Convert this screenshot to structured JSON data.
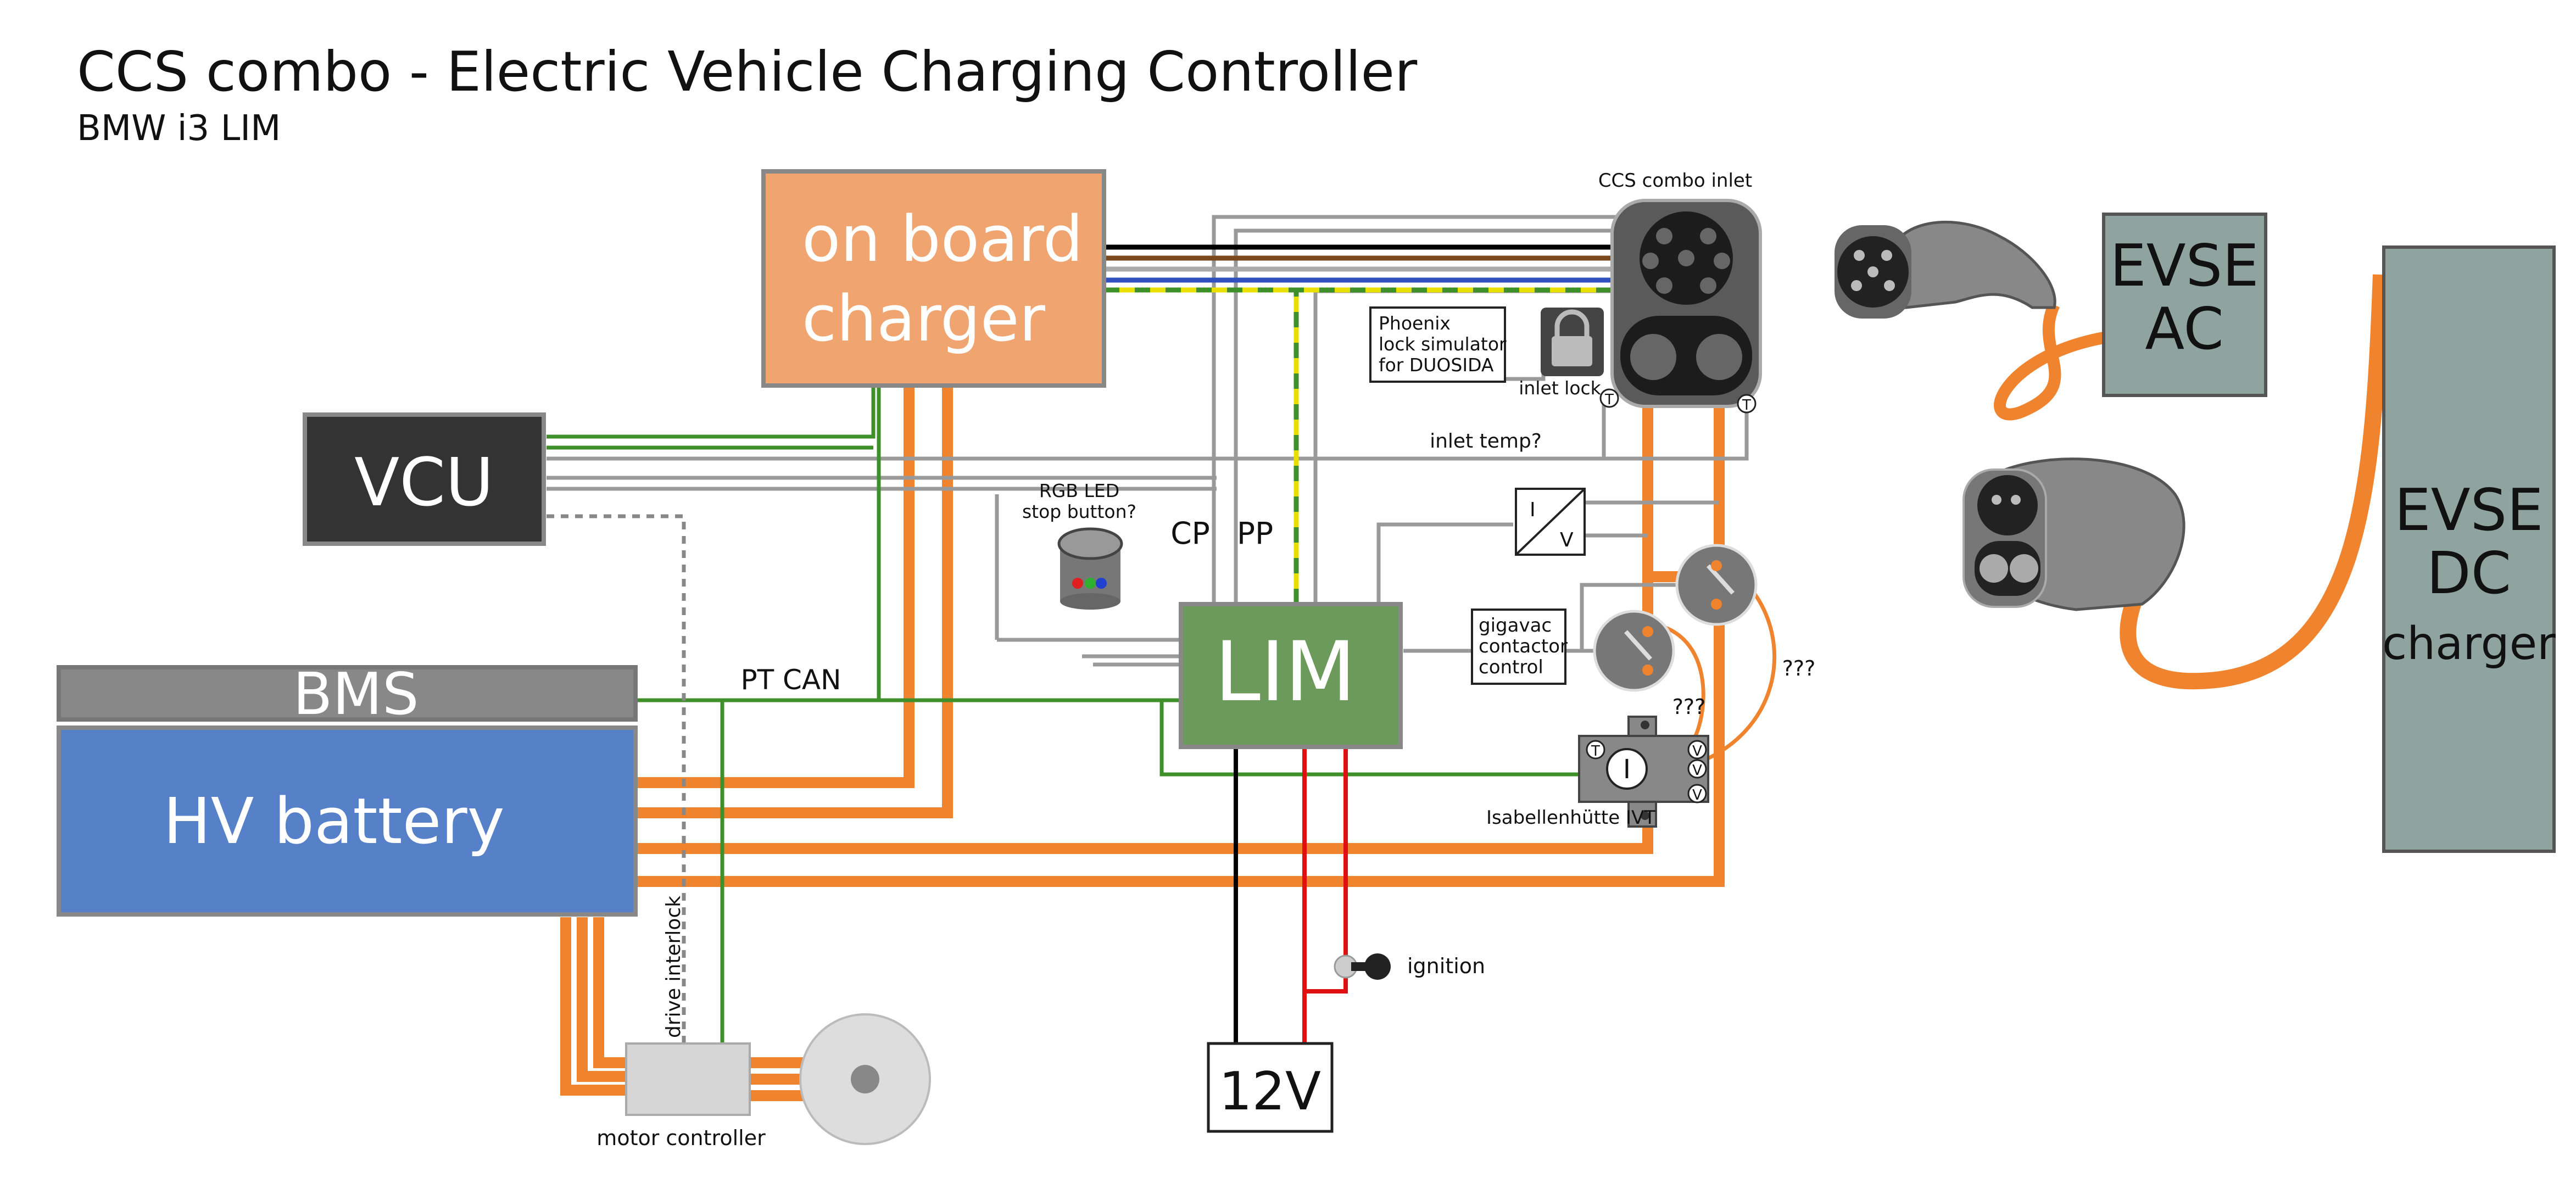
{
  "title": "CCS combo - Electric Vehicle Charging Controller",
  "subtitle": "BMW i3 LIM",
  "components": {
    "obc_line1": "on board",
    "obc_line2": "charger",
    "vcu": "VCU",
    "bms": "BMS",
    "hv_battery": "HV battery",
    "lim": "LIM",
    "evse_ac_line1": "EVSE",
    "evse_ac_line2": "AC",
    "evse_dc_line1": "EVSE",
    "evse_dc_line2": "DC",
    "evse_dc_line3": "charger",
    "twelve_v": "12V",
    "motor_controller": "motor controller"
  },
  "labels": {
    "ccs_inlet": "CCS combo inlet",
    "phoenix_line1": "Phoenix",
    "phoenix_line2": "lock simulator",
    "phoenix_line3": "for DUOSIDA",
    "inlet_lock": "inlet lock",
    "inlet_temp": "inlet temp?",
    "rgb_line1": "RGB LED",
    "rgb_line2": "stop button?",
    "cp": "CP",
    "pp": "PP",
    "pt_can": "PT CAN",
    "gigavac_line1": "gigavac",
    "gigavac_line2": "contactor",
    "gigavac_line3": "control",
    "unknown_1": "???",
    "unknown_2": "???",
    "ivt": "Isabellenhütte IVT",
    "ignition": "ignition",
    "drive_interlock": "drive interlock",
    "iv_i": "I",
    "iv_v": "V",
    "temp_symbol": "T",
    "ivt_current": "I",
    "ivt_voltage": "V"
  },
  "colors": {
    "obc": "#f0a570",
    "vcu": "#333333",
    "bms": "#888888",
    "hv_battery": "#5680c8",
    "lim": "#6c9a5a",
    "evse": "#8fa49e",
    "hv_wire": "#f0832e",
    "can_wire": "#3f8f2a",
    "signal_wire": "#999999",
    "low_voltage_pos": "#e01010",
    "low_voltage_neg": "#000000",
    "motor_controller": "#d5d5d5"
  }
}
